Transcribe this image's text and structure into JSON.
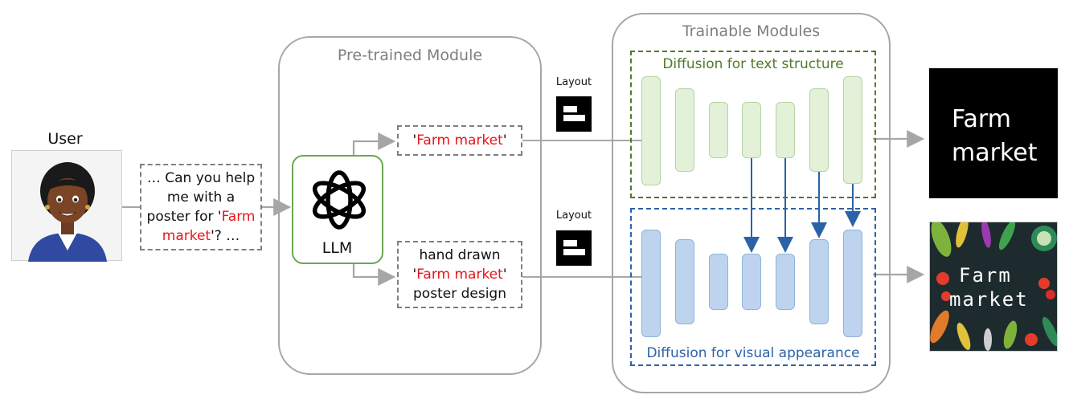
{
  "user": {
    "label": "User"
  },
  "query": {
    "line1": "… Can you help",
    "line2": "me with a",
    "line3_prefix": "poster for '",
    "line3_highlight": "Farm",
    "line4_highlight": "market",
    "line4_suffix": "'? …"
  },
  "pretrained": {
    "title": "Pre-trained Module",
    "llm_label": "LLM"
  },
  "text_prompt": {
    "prefix": "'",
    "highlight": "Farm market",
    "suffix": "'"
  },
  "visual_prompt": {
    "line1": "hand drawn",
    "line2_prefix": "'",
    "line2_highlight": "Farm market",
    "line2_suffix": "'",
    "line3": "poster design"
  },
  "layout": {
    "label_top": "Layout",
    "label_bottom": "Layout"
  },
  "trainable": {
    "title": "Trainable Modules",
    "text_diffusion": "Diffusion for text structure",
    "visual_diffusion": "Diffusion for visual appearance"
  },
  "outputs": {
    "text_line1": "Farm",
    "text_line2": "market",
    "poster_line1": "Farm",
    "poster_line2": "market"
  },
  "colors": {
    "accent_red": "#e8141a",
    "llm_green": "#6aa84f",
    "text_module_green": "#4e7a2a",
    "visual_module_blue": "#2a62a8"
  }
}
